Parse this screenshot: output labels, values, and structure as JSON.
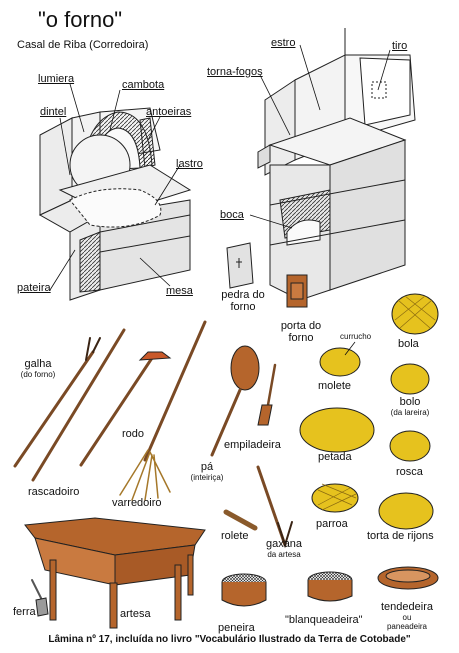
{
  "title": "\"o forno\"",
  "subtitle": "Casal de Riba  (Corredoira)",
  "footer": "Lâmina nº 17, incluída no livro  \"Vocabulário Ilustrado da Terra de Cotobade\"",
  "oven_left": {
    "lumiera": "lumiera",
    "cambota": "cambota",
    "dintel": "dintel",
    "antoeiras": "antoeiras",
    "lastro": "lastro",
    "pateira": "pateira",
    "mesa": "mesa"
  },
  "oven_right": {
    "estro": "estro",
    "tiro": "tiro",
    "torna_fogos": "torna-fogos",
    "boca": "boca"
  },
  "items": {
    "pedra_do_forno": [
      "pedra do",
      "forno"
    ],
    "porta_do_forno": [
      "porta do",
      "forno"
    ],
    "galha": "galha",
    "galha_note": "(do forno)",
    "rodo": "rodo",
    "rascadoiro": "rascadoiro",
    "varredoiro": "varredoiro",
    "pa": "pá",
    "pa_note": "(inteiriça)",
    "empiladeira": "empiladeira",
    "rolete": "rolete",
    "gaxana": "gaxana",
    "gaxana_note": "da artesa",
    "ferra": "ferra",
    "artesa": "artesa",
    "peneira": "peneira",
    "blanqueadeira": "\"blanqueadeira\"",
    "tendedeira": "tendedeira",
    "tendedeira_note": [
      "ou",
      "paneadeira"
    ]
  },
  "breads": {
    "currucho": "currucho",
    "molete": "molete",
    "bola": "bola",
    "bolo": "bolo",
    "bolo_note": "(da lareira)",
    "petada": "petada",
    "rosca": "rosca",
    "parroa": "parroa",
    "torta": "torta de rijons"
  },
  "colors": {
    "wood": "#b5652c",
    "bread": "#e6c21e",
    "stone": "#e9e9e9",
    "line": "#222222"
  }
}
